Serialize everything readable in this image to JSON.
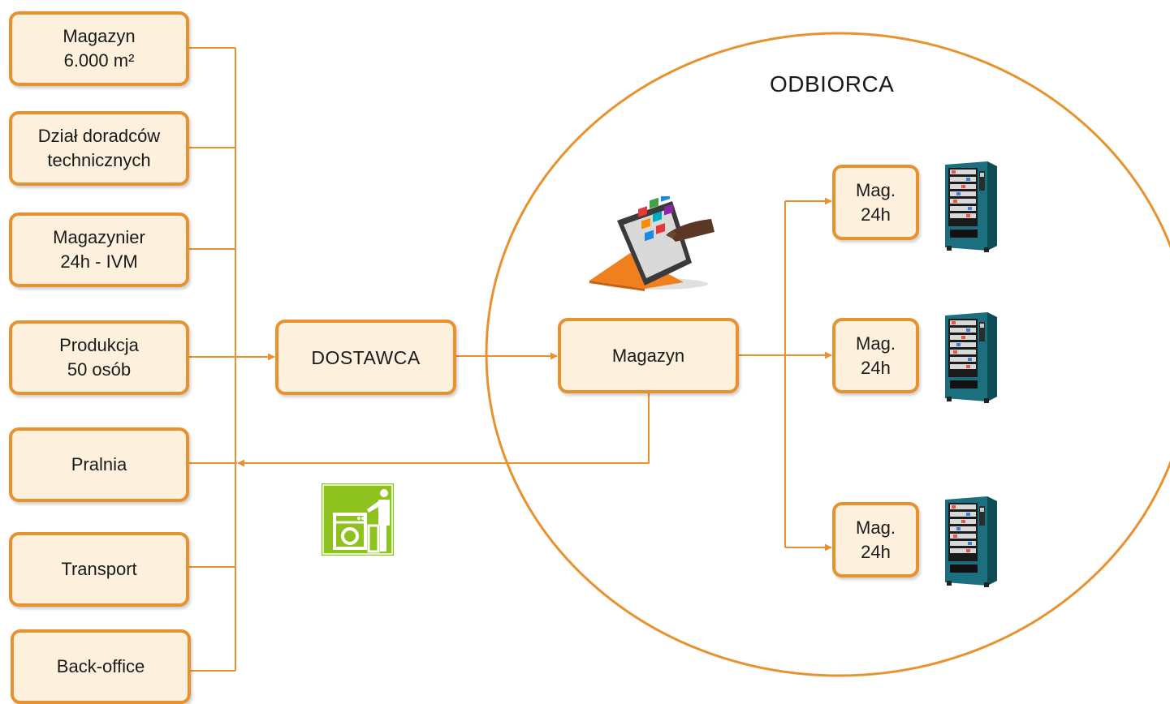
{
  "colors": {
    "accent": "#e8922f",
    "box_fill": "#fdf1dd",
    "laundry_green": "#8dc21f"
  },
  "odbiorca": {
    "title": "ODBIORCA"
  },
  "departments": [
    {
      "label": "Magazyn\n6.000 m²"
    },
    {
      "label": "Dział doradców\ntechnicznych"
    },
    {
      "label": "Magazynier\n24h - IVM"
    },
    {
      "label": "Produkcja\n50 osób"
    },
    {
      "label": "Pralnia"
    },
    {
      "label": "Transport"
    },
    {
      "label": "Back-office"
    }
  ],
  "supplier": {
    "label": "DOSTAWCA"
  },
  "warehouse": {
    "label": "Magazyn"
  },
  "vending_points": [
    {
      "label": "Mag.\n24h"
    },
    {
      "label": "Mag.\n24h"
    },
    {
      "label": "Mag.\n24h"
    }
  ],
  "icons": {
    "tablet": "tablet-touch-icon",
    "laundry": "laundry-icon",
    "vending": "vending-machine-icon"
  }
}
